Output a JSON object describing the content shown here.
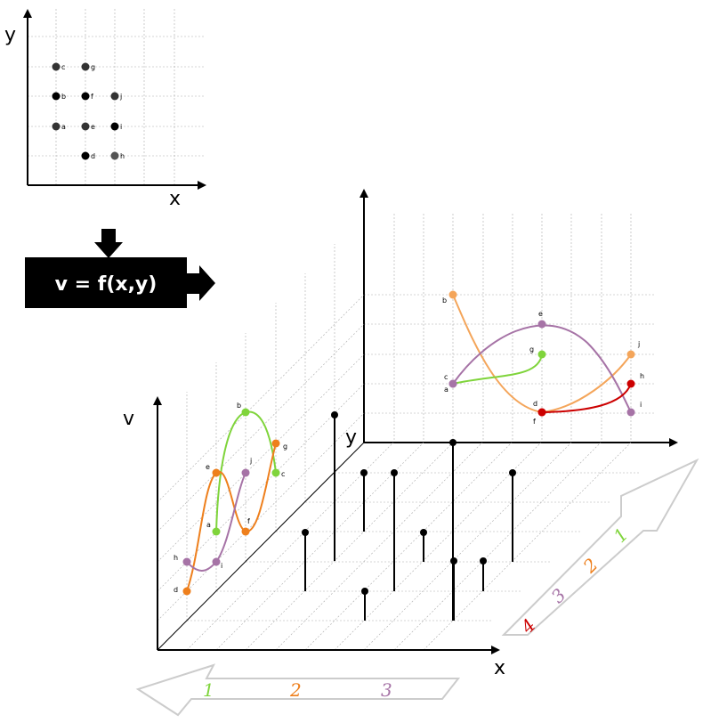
{
  "scatter2d": {
    "x_label": "x",
    "y_label": "y",
    "points": [
      {
        "label": "a",
        "color": "#333333"
      },
      {
        "label": "b",
        "color": "#000000"
      },
      {
        "label": "c",
        "color": "#333333"
      },
      {
        "label": "d",
        "color": "#000000"
      },
      {
        "label": "e",
        "color": "#333333"
      },
      {
        "label": "f",
        "color": "#000000"
      },
      {
        "label": "g",
        "color": "#333333"
      },
      {
        "label": "h",
        "color": "#555555"
      },
      {
        "label": "i",
        "color": "#000000"
      },
      {
        "label": "j",
        "color": "#333333"
      }
    ]
  },
  "function_box": {
    "formula": "v = f(x,y)",
    "background": "#000000",
    "text_color": "#ffffff"
  },
  "plot3d": {
    "x_label": "x",
    "y_label": "y",
    "v_label": "v"
  },
  "side_panel_points": [
    "a",
    "b",
    "c",
    "d",
    "e",
    "f",
    "g",
    "h",
    "i",
    "j"
  ],
  "back_panel_points": [
    "a",
    "b",
    "c",
    "d",
    "e",
    "f",
    "g",
    "h",
    "i",
    "j"
  ],
  "bottom_arrow": {
    "labels": [
      "1",
      "2",
      "3"
    ],
    "colors": [
      "#7fd43b",
      "#ee7f1c",
      "#a673a6"
    ]
  },
  "right_arrow": {
    "labels": [
      "1",
      "2",
      "3",
      "4"
    ],
    "colors": [
      "#7fd43b",
      "#ee7f1c",
      "#a673a6",
      "#cc0000"
    ]
  },
  "colors": {
    "green": "#7fd43b",
    "orange": "#ee7f1c",
    "purple": "#a673a6",
    "light_orange": "#f4a55a",
    "red": "#cc0000",
    "grid": "#999999"
  }
}
